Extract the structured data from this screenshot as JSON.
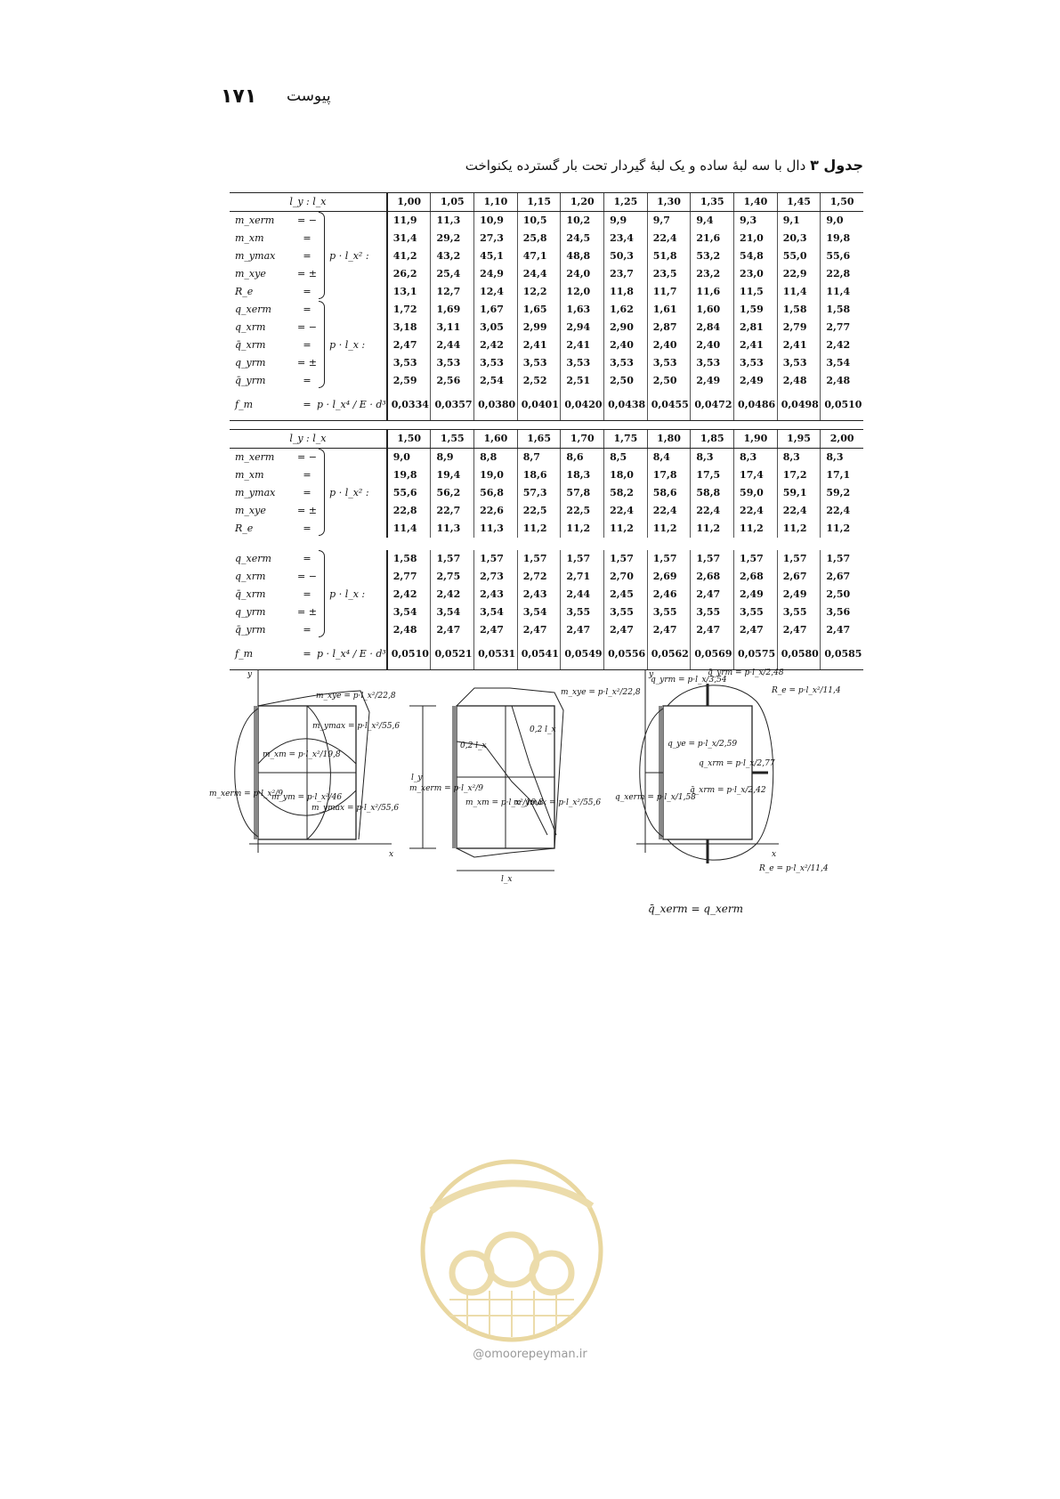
{
  "header": {
    "page_number": "۱۷۱",
    "label": "پیوست"
  },
  "title": {
    "number": "جدول ۳",
    "text": "دال با سه لبهٔ ساده و یک لبهٔ گیردار تحت بار گسترده یکنواخت"
  },
  "table1": {
    "head_label": "l_y : l_x",
    "columns": [
      "1,00",
      "1,05",
      "1,10",
      "1,15",
      "1,20",
      "1,25",
      "1,30",
      "1,35",
      "1,40",
      "1,45",
      "1,50"
    ],
    "moments": {
      "factor": "p · l_x² :",
      "rows": [
        {
          "label": "m_xerm",
          "op": "= −",
          "values": [
            "11,9",
            "11,3",
            "10,9",
            "10,5",
            "10,2",
            "9,9",
            "9,7",
            "9,4",
            "9,3",
            "9,1",
            "9,0"
          ]
        },
        {
          "label": "m_xm",
          "op": "=",
          "values": [
            "31,4",
            "29,2",
            "27,3",
            "25,8",
            "24,5",
            "23,4",
            "22,4",
            "21,6",
            "21,0",
            "20,3",
            "19,8"
          ]
        },
        {
          "label": "m_ymax",
          "op": "=",
          "values": [
            "41,2",
            "43,2",
            "45,1",
            "47,1",
            "48,8",
            "50,3",
            "51,8",
            "53,2",
            "54,8",
            "55,0",
            "55,6"
          ]
        },
        {
          "label": "m_xye",
          "op": "= ±",
          "values": [
            "26,2",
            "25,4",
            "24,9",
            "24,4",
            "24,0",
            "23,7",
            "23,5",
            "23,2",
            "23,0",
            "22,9",
            "22,8"
          ]
        },
        {
          "label": "R_e",
          "op": "=",
          "values": [
            "13,1",
            "12,7",
            "12,4",
            "12,2",
            "12,0",
            "11,8",
            "11,7",
            "11,6",
            "11,5",
            "11,4",
            "11,4"
          ]
        }
      ]
    },
    "shears": {
      "factor": "p · l_x :",
      "rows": [
        {
          "label": "q_xerm",
          "op": "=",
          "values": [
            "1,72",
            "1,69",
            "1,67",
            "1,65",
            "1,63",
            "1,62",
            "1,61",
            "1,60",
            "1,59",
            "1,58",
            "1,58"
          ]
        },
        {
          "label": "q_xrm",
          "op": "= −",
          "values": [
            "3,18",
            "3,11",
            "3,05",
            "2,99",
            "2,94",
            "2,90",
            "2,87",
            "2,84",
            "2,81",
            "2,79",
            "2,77"
          ]
        },
        {
          "label": "q̄_xrm",
          "op": "=",
          "values": [
            "2,47",
            "2,44",
            "2,42",
            "2,41",
            "2,41",
            "2,40",
            "2,40",
            "2,40",
            "2,41",
            "2,41",
            "2,42"
          ]
        },
        {
          "label": "q_yrm",
          "op": "= ±",
          "values": [
            "3,53",
            "3,53",
            "3,53",
            "3,53",
            "3,53",
            "3,53",
            "3,53",
            "3,53",
            "3,53",
            "3,53",
            "3,54"
          ]
        },
        {
          "label": "q̄_yrm",
          "op": "=",
          "values": [
            "2,59",
            "2,56",
            "2,54",
            "2,52",
            "2,51",
            "2,50",
            "2,50",
            "2,49",
            "2,49",
            "2,48",
            "2,48"
          ]
        }
      ]
    },
    "deflection": {
      "label": "f_m",
      "op": "=",
      "factor": "p · l_x⁴ / E · d³",
      "values": [
        "0,0334",
        "0,0357",
        "0,0380",
        "0,0401",
        "0,0420",
        "0,0438",
        "0,0455",
        "0,0472",
        "0,0486",
        "0,0498",
        "0,0510"
      ]
    }
  },
  "table2": {
    "head_label": "l_y : l_x",
    "columns": [
      "1,50",
      "1,55",
      "1,60",
      "1,65",
      "1,70",
      "1,75",
      "1,80",
      "1,85",
      "1,90",
      "1,95",
      "2,00"
    ],
    "moments": {
      "factor": "p · l_x² :",
      "rows": [
        {
          "label": "m_xerm",
          "op": "= −",
          "values": [
            "9,0",
            "8,9",
            "8,8",
            "8,7",
            "8,6",
            "8,5",
            "8,4",
            "8,3",
            "8,3",
            "8,3",
            "8,3"
          ]
        },
        {
          "label": "m_xm",
          "op": "=",
          "values": [
            "19,8",
            "19,4",
            "19,0",
            "18,6",
            "18,3",
            "18,0",
            "17,8",
            "17,5",
            "17,4",
            "17,2",
            "17,1"
          ]
        },
        {
          "label": "m_ymax",
          "op": "=",
          "values": [
            "55,6",
            "56,2",
            "56,8",
            "57,3",
            "57,8",
            "58,2",
            "58,6",
            "58,8",
            "59,0",
            "59,1",
            "59,2"
          ]
        },
        {
          "label": "m_xye",
          "op": "= ±",
          "values": [
            "22,8",
            "22,7",
            "22,6",
            "22,5",
            "22,5",
            "22,4",
            "22,4",
            "22,4",
            "22,4",
            "22,4",
            "22,4"
          ]
        },
        {
          "label": "R_e",
          "op": "=",
          "values": [
            "11,4",
            "11,3",
            "11,3",
            "11,2",
            "11,2",
            "11,2",
            "11,2",
            "11,2",
            "11,2",
            "11,2",
            "11,2"
          ]
        }
      ]
    },
    "shears": {
      "factor": "p · l_x :",
      "rows": [
        {
          "label": "q_xerm",
          "op": "=",
          "values": [
            "1,58",
            "1,57",
            "1,57",
            "1,57",
            "1,57",
            "1,57",
            "1,57",
            "1,57",
            "1,57",
            "1,57",
            "1,57"
          ]
        },
        {
          "label": "q_xrm",
          "op": "= −",
          "values": [
            "2,77",
            "2,75",
            "2,73",
            "2,72",
            "2,71",
            "2,70",
            "2,69",
            "2,68",
            "2,68",
            "2,67",
            "2,67"
          ]
        },
        {
          "label": "q̄_xrm",
          "op": "=",
          "values": [
            "2,42",
            "2,42",
            "2,43",
            "2,43",
            "2,44",
            "2,45",
            "2,46",
            "2,47",
            "2,49",
            "2,49",
            "2,50"
          ]
        },
        {
          "label": "q_yrm",
          "op": "= ±",
          "values": [
            "3,54",
            "3,54",
            "3,54",
            "3,54",
            "3,55",
            "3,55",
            "3,55",
            "3,55",
            "3,55",
            "3,55",
            "3,56"
          ]
        },
        {
          "label": "q̄_yrm",
          "op": "=",
          "values": [
            "2,48",
            "2,47",
            "2,47",
            "2,47",
            "2,47",
            "2,47",
            "2,47",
            "2,47",
            "2,47",
            "2,47",
            "2,47"
          ]
        }
      ]
    },
    "deflection": {
      "label": "f_m",
      "op": "=",
      "factor": "p · l_x⁴ / E · d³",
      "values": [
        "0,0510",
        "0,0521",
        "0,0531",
        "0,0541",
        "0,0549",
        "0,0556",
        "0,0562",
        "0,0569",
        "0,0575",
        "0,0580",
        "0,0585"
      ]
    }
  },
  "figures": {
    "fig1": {
      "y": "y",
      "x": "x",
      "l1": "m_xye = p·l_x²/22,8",
      "l2": "m_ymax = p·l_x²/55,6",
      "l3": "m_xm = p·l_x²/19,8",
      "l4": "m_ym = p·l_x²/46",
      "l5": "m_xerm = p·l_x²/9",
      "l6": "m_ymax = p·l_x²/55,6"
    },
    "fig2": {
      "l1": "m_xye = p·l_x²/22,8",
      "l2": "0,2 l_x",
      "l3": "0,2 l_x",
      "l4": "m_xerm = p·l_x²/9",
      "l5": "m_xm = p·l_x²/19,8",
      "l6": "m_ymax = p·l_x²/55,6",
      "l7": "l_x",
      "l8": "l_y"
    },
    "fig3": {
      "y": "y",
      "x": "x",
      "l1": "q_yrm = p·l_x/3,54",
      "l2": "q̄_yrm = p·l_x/2,48",
      "l3": "R_e = p·l_x²/11,4",
      "l4": "q_ye = p·l_x/2,59",
      "l5": "q_xrm = p·l_x/2,77",
      "l6": "q̄_xrm = p·l_x/2,42",
      "l7": "q_xerm = p·l_x/1,58",
      "l8": "R_e = p·l_x²/11,4"
    }
  },
  "legend_note": "q̄_xerm = q_xerm",
  "site_url": "@omoorepeyman.ir"
}
